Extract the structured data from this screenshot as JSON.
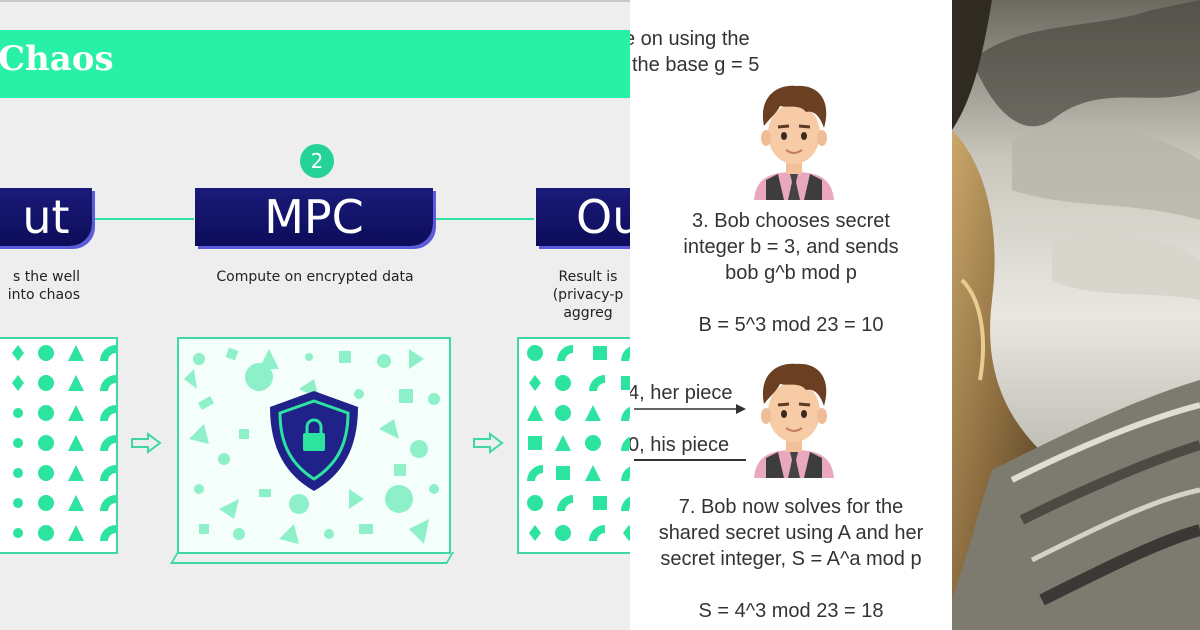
{
  "left": {
    "banner_title": "Chaos",
    "step_number": "2",
    "stages": [
      {
        "label": "ut",
        "caption": "s the well\ninto chaos"
      },
      {
        "label": "MPC",
        "caption": "Compute on encrypted data"
      },
      {
        "label": "Ou",
        "caption": "Result is\n(privacy-p\naggreg"
      }
    ],
    "colors": {
      "banner": "#28f0a6",
      "stage_bg": "#13136b",
      "accent": "#2ce3a2"
    }
  },
  "middle": {
    "line1": "e on using the",
    "line2": "the base g = 5",
    "step3": [
      "3. Bob chooses secret",
      "integer b = 3, and sends",
      "bob g^b mod p"
    ],
    "eq_B": "B = 5^3 mod 23 = 10",
    "her_piece": "4, her piece",
    "his_piece": "0, his piece",
    "step7": [
      "7. Bob now solves for the",
      "shared secret using A and her",
      "secret integer, S = A^a mod p"
    ],
    "eq_S": "S = 4^3 mod 23 = 18"
  }
}
